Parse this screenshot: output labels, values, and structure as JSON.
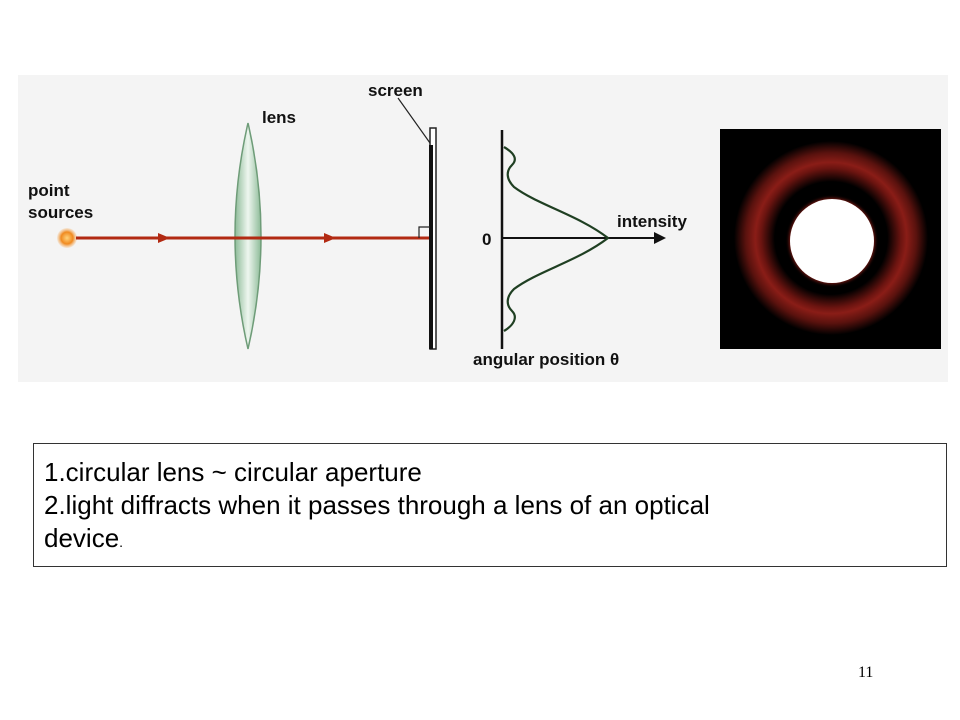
{
  "diagram": {
    "labels": {
      "point_sources_line1": "point",
      "point_sources_line2": "sources",
      "lens": "lens",
      "screen": "screen",
      "zero": "0",
      "intensity": "intensity",
      "angular_position": "angular position θ"
    },
    "colors": {
      "ray": "#b22a12",
      "source": "#f08a20",
      "lens_fill": "#cfe3d4",
      "intensity_curve": "#1f3f22",
      "ring": "#8a1d17"
    }
  },
  "notes": {
    "line1": "1.circular lens ~ circular aperture",
    "line2": "2.light diffracts when it passes through a lens of an optical",
    "line3": "device",
    "line3_tail": "."
  },
  "page_number": "11"
}
